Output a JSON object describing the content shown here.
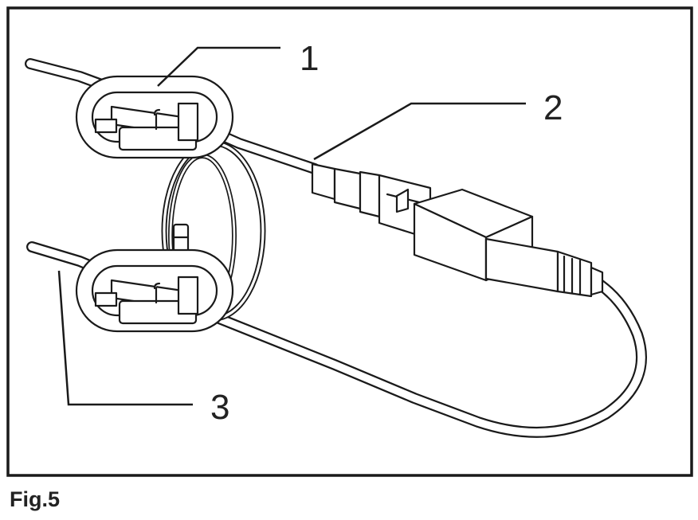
{
  "figure": {
    "callouts": {
      "c1": "1",
      "c2": "2",
      "c3": "3"
    },
    "caption": "Fig.5"
  },
  "colors": {
    "stroke": "#1a1a1a",
    "fill": "#ffffff"
  }
}
